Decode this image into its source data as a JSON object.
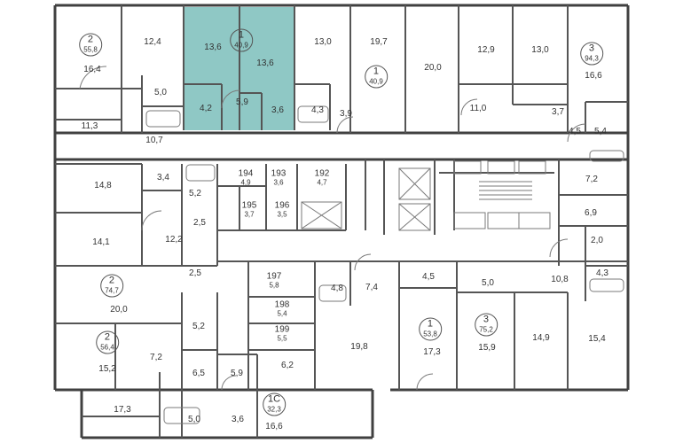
{
  "colors": {
    "wall": "#404040",
    "highlight": "#8fc8c5",
    "thin_line": "#7a7a7a",
    "text": "#333333"
  },
  "apartments": [
    {
      "rooms": "2",
      "area": "55,8"
    },
    {
      "rooms": "1",
      "area": "40,9"
    },
    {
      "rooms": "1",
      "area": "40,9"
    },
    {
      "rooms": "3",
      "area": "94,3"
    },
    {
      "rooms": "2",
      "area": "74,7"
    },
    {
      "rooms": "2",
      "area": "56,4"
    },
    {
      "rooms": "1",
      "area": "53,8"
    },
    {
      "rooms": "3",
      "area": "75,2"
    },
    {
      "rooms": "1С",
      "area": "32,3"
    }
  ],
  "storage_units": [
    {
      "num": "194",
      "area": "4,9"
    },
    {
      "num": "193",
      "area": "3,6"
    },
    {
      "num": "192",
      "area": "4,7"
    },
    {
      "num": "195",
      "area": "3,7"
    },
    {
      "num": "196",
      "area": "3,5"
    },
    {
      "num": "197",
      "area": "5,8"
    },
    {
      "num": "198",
      "area": "5,4"
    },
    {
      "num": "199",
      "area": "5,5"
    }
  ],
  "room_areas": [
    "12,4",
    "13,6",
    "13,6",
    "13,0",
    "19,7",
    "20,0",
    "12,9",
    "13,0",
    "16,4",
    "5,0",
    "4,2",
    "5,9",
    "3,6",
    "4,3",
    "3,9",
    "11,0",
    "3,7",
    "16,6",
    "11,3",
    "10,7",
    "4,5",
    "5,4",
    "14,8",
    "3,4",
    "5,2",
    "7,2",
    "2,5",
    "6,9",
    "14,1",
    "12,2",
    "2,0",
    "2,5",
    "4,3",
    "4,5",
    "5,0",
    "10,8",
    "4,8",
    "7,4",
    "20,0",
    "5,2",
    "7,2",
    "15,2",
    "19,8",
    "17,3",
    "15,9",
    "14,9",
    "15,4",
    "6,5",
    "5,9",
    "6,2",
    "17,3",
    "5,0",
    "3,6",
    "16,6"
  ]
}
